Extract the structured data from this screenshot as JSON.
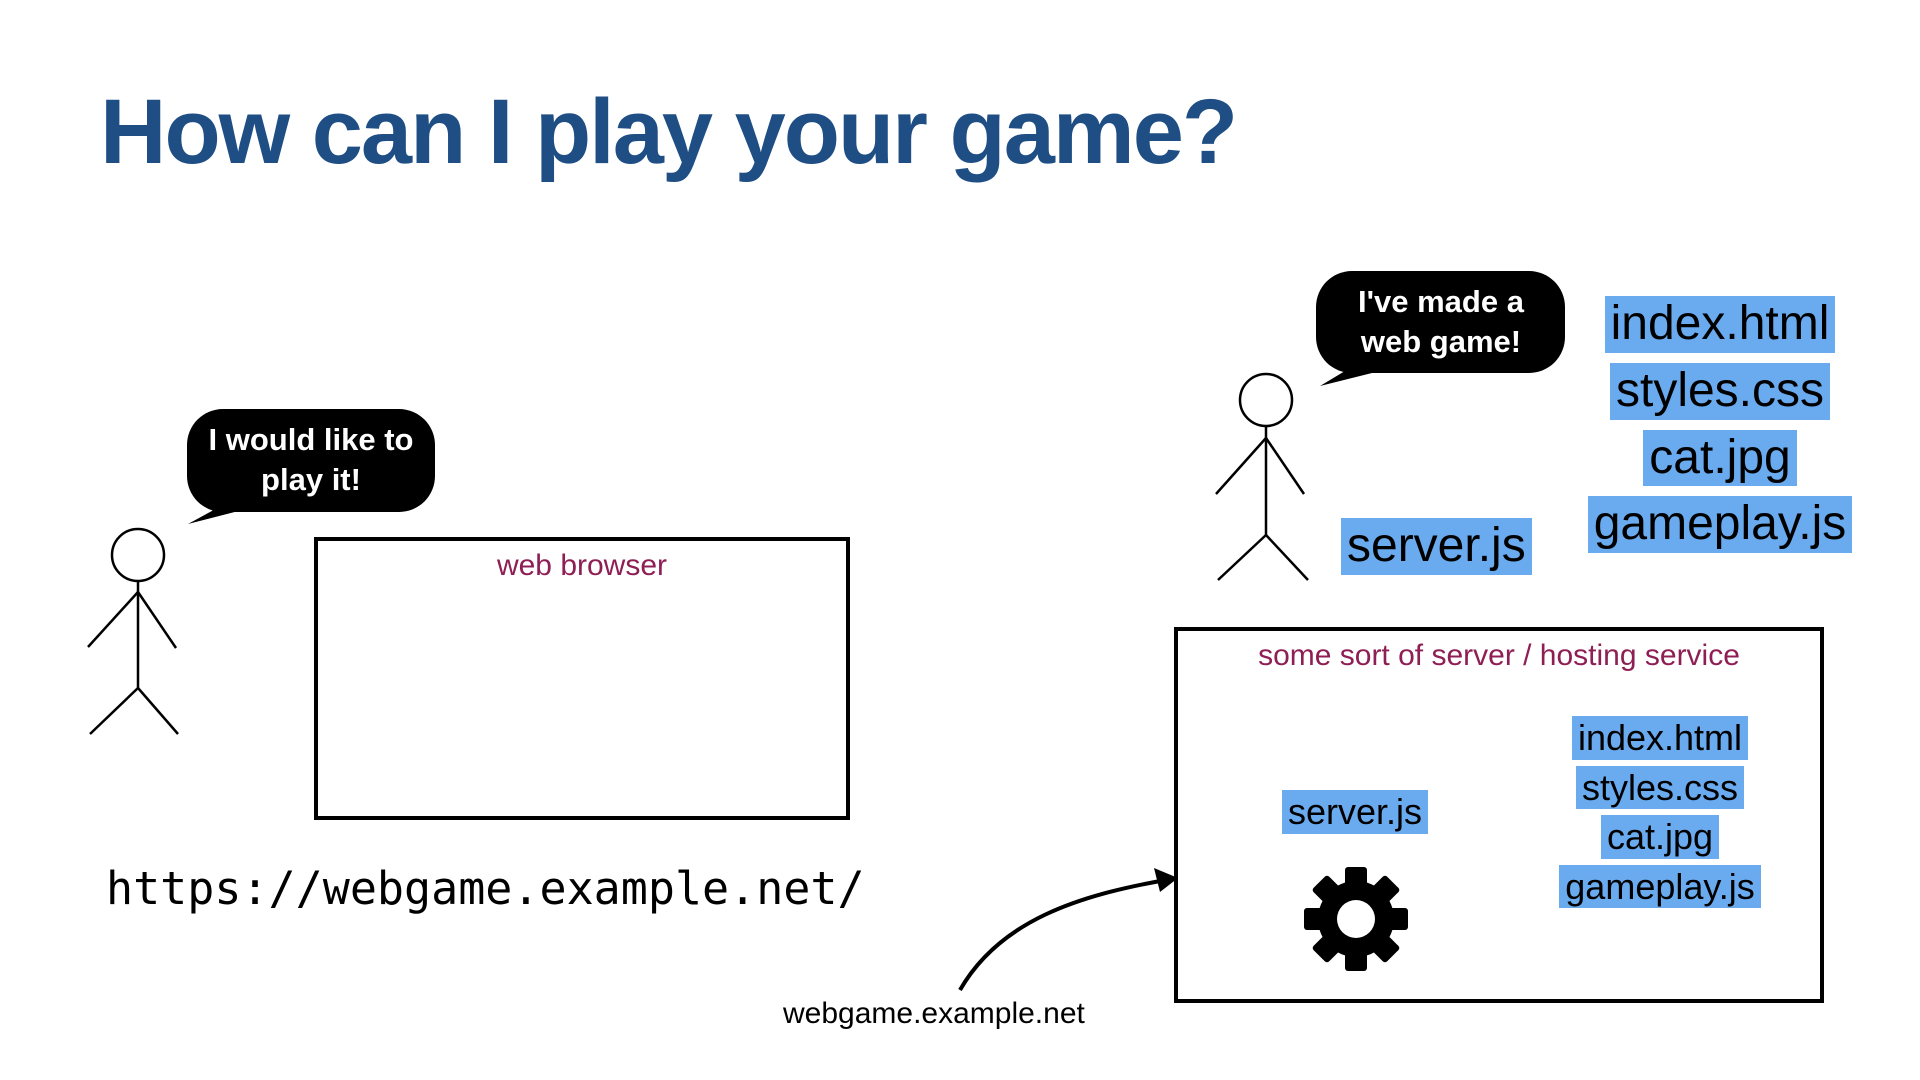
{
  "slide": {
    "title": "How can I play your game?"
  },
  "player": {
    "speech": "I would like to play it!"
  },
  "browser": {
    "label": "web browser",
    "url": "https://webgame.example.net/"
  },
  "developer": {
    "speech": "I've made a web game!",
    "files": [
      "index.html",
      "styles.css",
      "cat.jpg",
      "gameplay.js"
    ],
    "server_file": "server.js"
  },
  "server": {
    "label": "some sort of server / hosting service",
    "server_file": "server.js",
    "files": [
      "index.html",
      "styles.css",
      "cat.jpg",
      "gameplay.js"
    ],
    "icon": "gear-icon",
    "domain_label": "webgame.example.net"
  },
  "colors": {
    "title": "#1f4e85",
    "box_label": "#8e1f54",
    "file_highlight": "#6aaaee",
    "bubble": "#000000"
  }
}
